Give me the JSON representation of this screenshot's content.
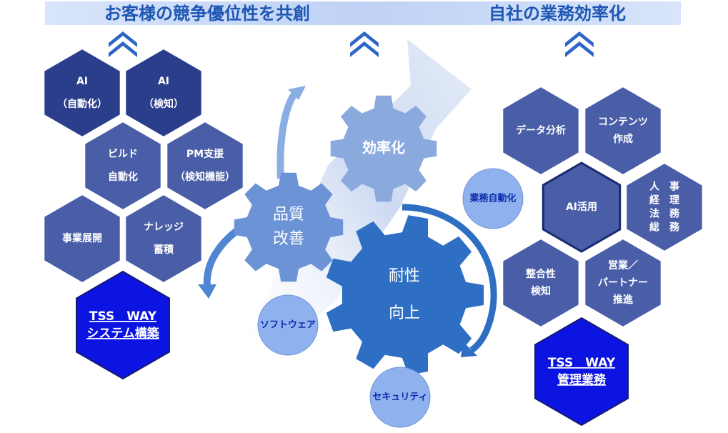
{
  "header": {
    "left_title": "お客様の競争優位性を共創",
    "right_title": "自社の業務効率化"
  },
  "left_hexes": [
    {
      "id": "ai-automation",
      "lines": [
        "AI",
        "（自動化）"
      ]
    },
    {
      "id": "ai-detection",
      "lines": [
        "AI",
        "（検知）"
      ]
    },
    {
      "id": "build-automation",
      "lines": [
        "ビルド",
        "自動化"
      ]
    },
    {
      "id": "pm-support",
      "lines": [
        "PM支援",
        "（検知機能）"
      ]
    },
    {
      "id": "business-expansion",
      "lines": [
        "事業展開"
      ]
    },
    {
      "id": "knowledge",
      "lines": [
        "ナレッジ",
        "蓄積"
      ]
    }
  ],
  "left_key_hex": {
    "lines": [
      "TSS　WAY",
      "システム構築"
    ]
  },
  "right_hexes": [
    {
      "id": "data-analysis",
      "lines": [
        "データ分析"
      ]
    },
    {
      "id": "content-creation",
      "lines": [
        "コンテンツ",
        "作成"
      ]
    },
    {
      "id": "ai-use",
      "lines": [
        "AI活用"
      ]
    },
    {
      "id": "hr-etc",
      "lines": [
        "人　事",
        "経　理",
        "法　務",
        "総　務"
      ]
    },
    {
      "id": "consistency",
      "lines": [
        "整合性",
        "検知"
      ]
    },
    {
      "id": "sales-partner",
      "lines": [
        "営業／",
        "パートナー",
        "推進"
      ]
    }
  ],
  "right_key_hex": {
    "lines": [
      "TSS　WAY",
      "管理業務"
    ]
  },
  "gears": {
    "quality": [
      "品質",
      "改善"
    ],
    "efficiency": [
      "効率化"
    ],
    "durability": [
      "耐性",
      "向上"
    ]
  },
  "circles": {
    "business_automation": "業務自動化",
    "software": "ソフトウェア",
    "security": "セキュリティ"
  },
  "colors": {
    "hex_fill": "#4a5ea8",
    "hex_dark": "#2a3e8c",
    "key_hex_fill": "#0b14e0",
    "gear_light": "#8aa9dd",
    "gear_mid": "#6b93d6",
    "gear_dark": "#2e6fc4",
    "circle_fill": "#8fb2ef",
    "banner_fill": "#c9d9f7",
    "banner_text": "#1e57b3"
  }
}
